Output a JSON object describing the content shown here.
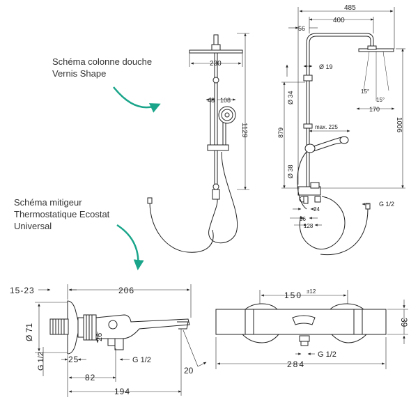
{
  "captions": {
    "shower_column": [
      "Schéma colonne douche",
      "Vernis Shape"
    ],
    "mixer": [
      "Schéma mitigeur",
      "Thermostatique Ecostat",
      "Universal"
    ]
  },
  "colors": {
    "accent_arrow": "#1aa58a",
    "line": "#222222"
  },
  "front_view_dims": {
    "head_width": "230",
    "bar_offset": "48",
    "handshower": "108",
    "height": "1129"
  },
  "side_view_dims": {
    "total_depth": "485",
    "arm_length": "400",
    "wall_offset": "56",
    "arm_dia": "Ø 19",
    "upper_dia": "Ø 34",
    "lower_dia": "Ø 38",
    "height_879": "879",
    "height_1006": "1006",
    "angle_a": "15°",
    "angle_b": "15°",
    "head_depth": "170",
    "max_hand": "max. 225",
    "d24": "24",
    "d56": "56",
    "d128": "128",
    "thread": "G 1/2"
  },
  "mixer_side_dims": {
    "total": "206",
    "offset_15_23": "15-23",
    "dia": "Ø 71",
    "d26": "26",
    "d25": "25",
    "thread_a": "G 1/2",
    "thread_b": "G 1/2",
    "d82": "82",
    "d194": "194",
    "d20": "20"
  },
  "mixer_front_dims": {
    "center": "150",
    "tolerance": "±12",
    "width": "284",
    "height": "39",
    "thread": "G 1/2"
  }
}
